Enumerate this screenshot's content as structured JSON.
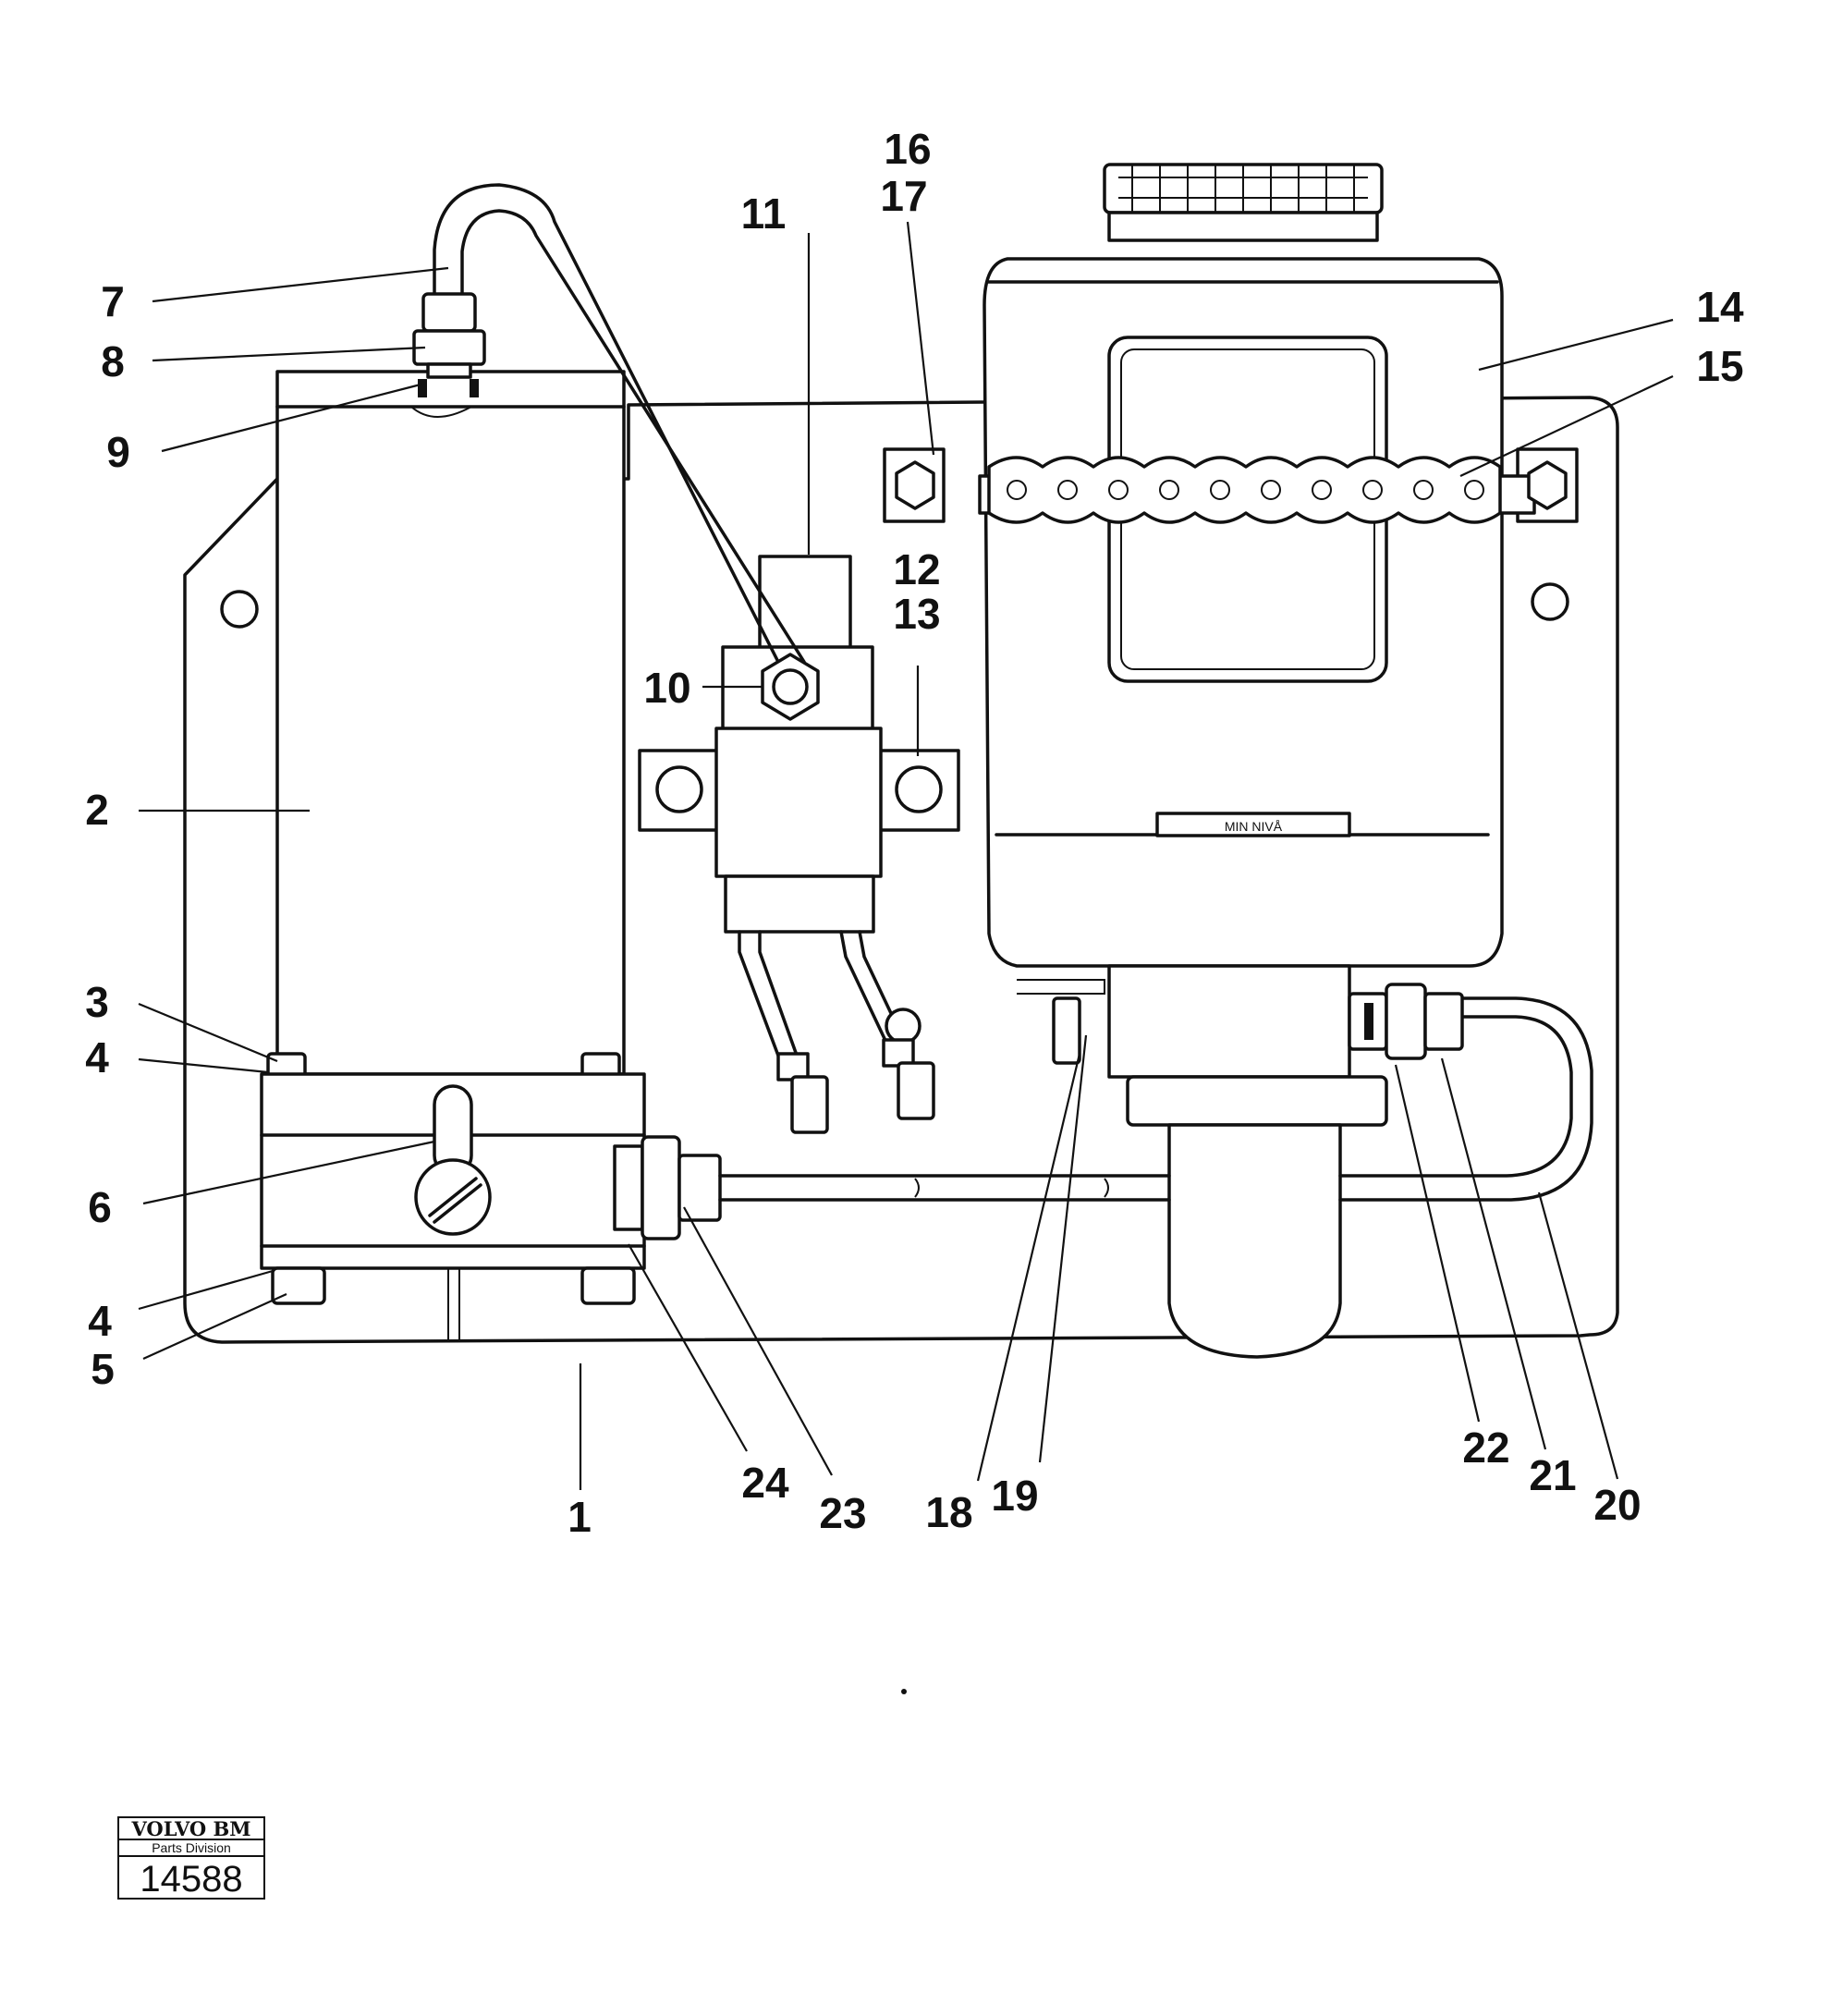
{
  "callouts": {
    "c1": "1",
    "c2": "2",
    "c3": "3",
    "c4a": "4",
    "c4b": "4",
    "c5": "5",
    "c6": "6",
    "c7": "7",
    "c8": "8",
    "c9": "9",
    "c10": "10",
    "c11": "11",
    "c12": "12",
    "c13": "13",
    "c14": "14",
    "c15": "15",
    "c16": "16",
    "c17": "17",
    "c18": "18",
    "c19": "19",
    "c20": "20",
    "c21": "21",
    "c22": "22",
    "c23": "23",
    "c24": "24"
  },
  "tank_label": "MIN NIVÅ",
  "stamp": {
    "brand": "VOLVO BM",
    "division": "Parts Division",
    "number": "14588"
  }
}
